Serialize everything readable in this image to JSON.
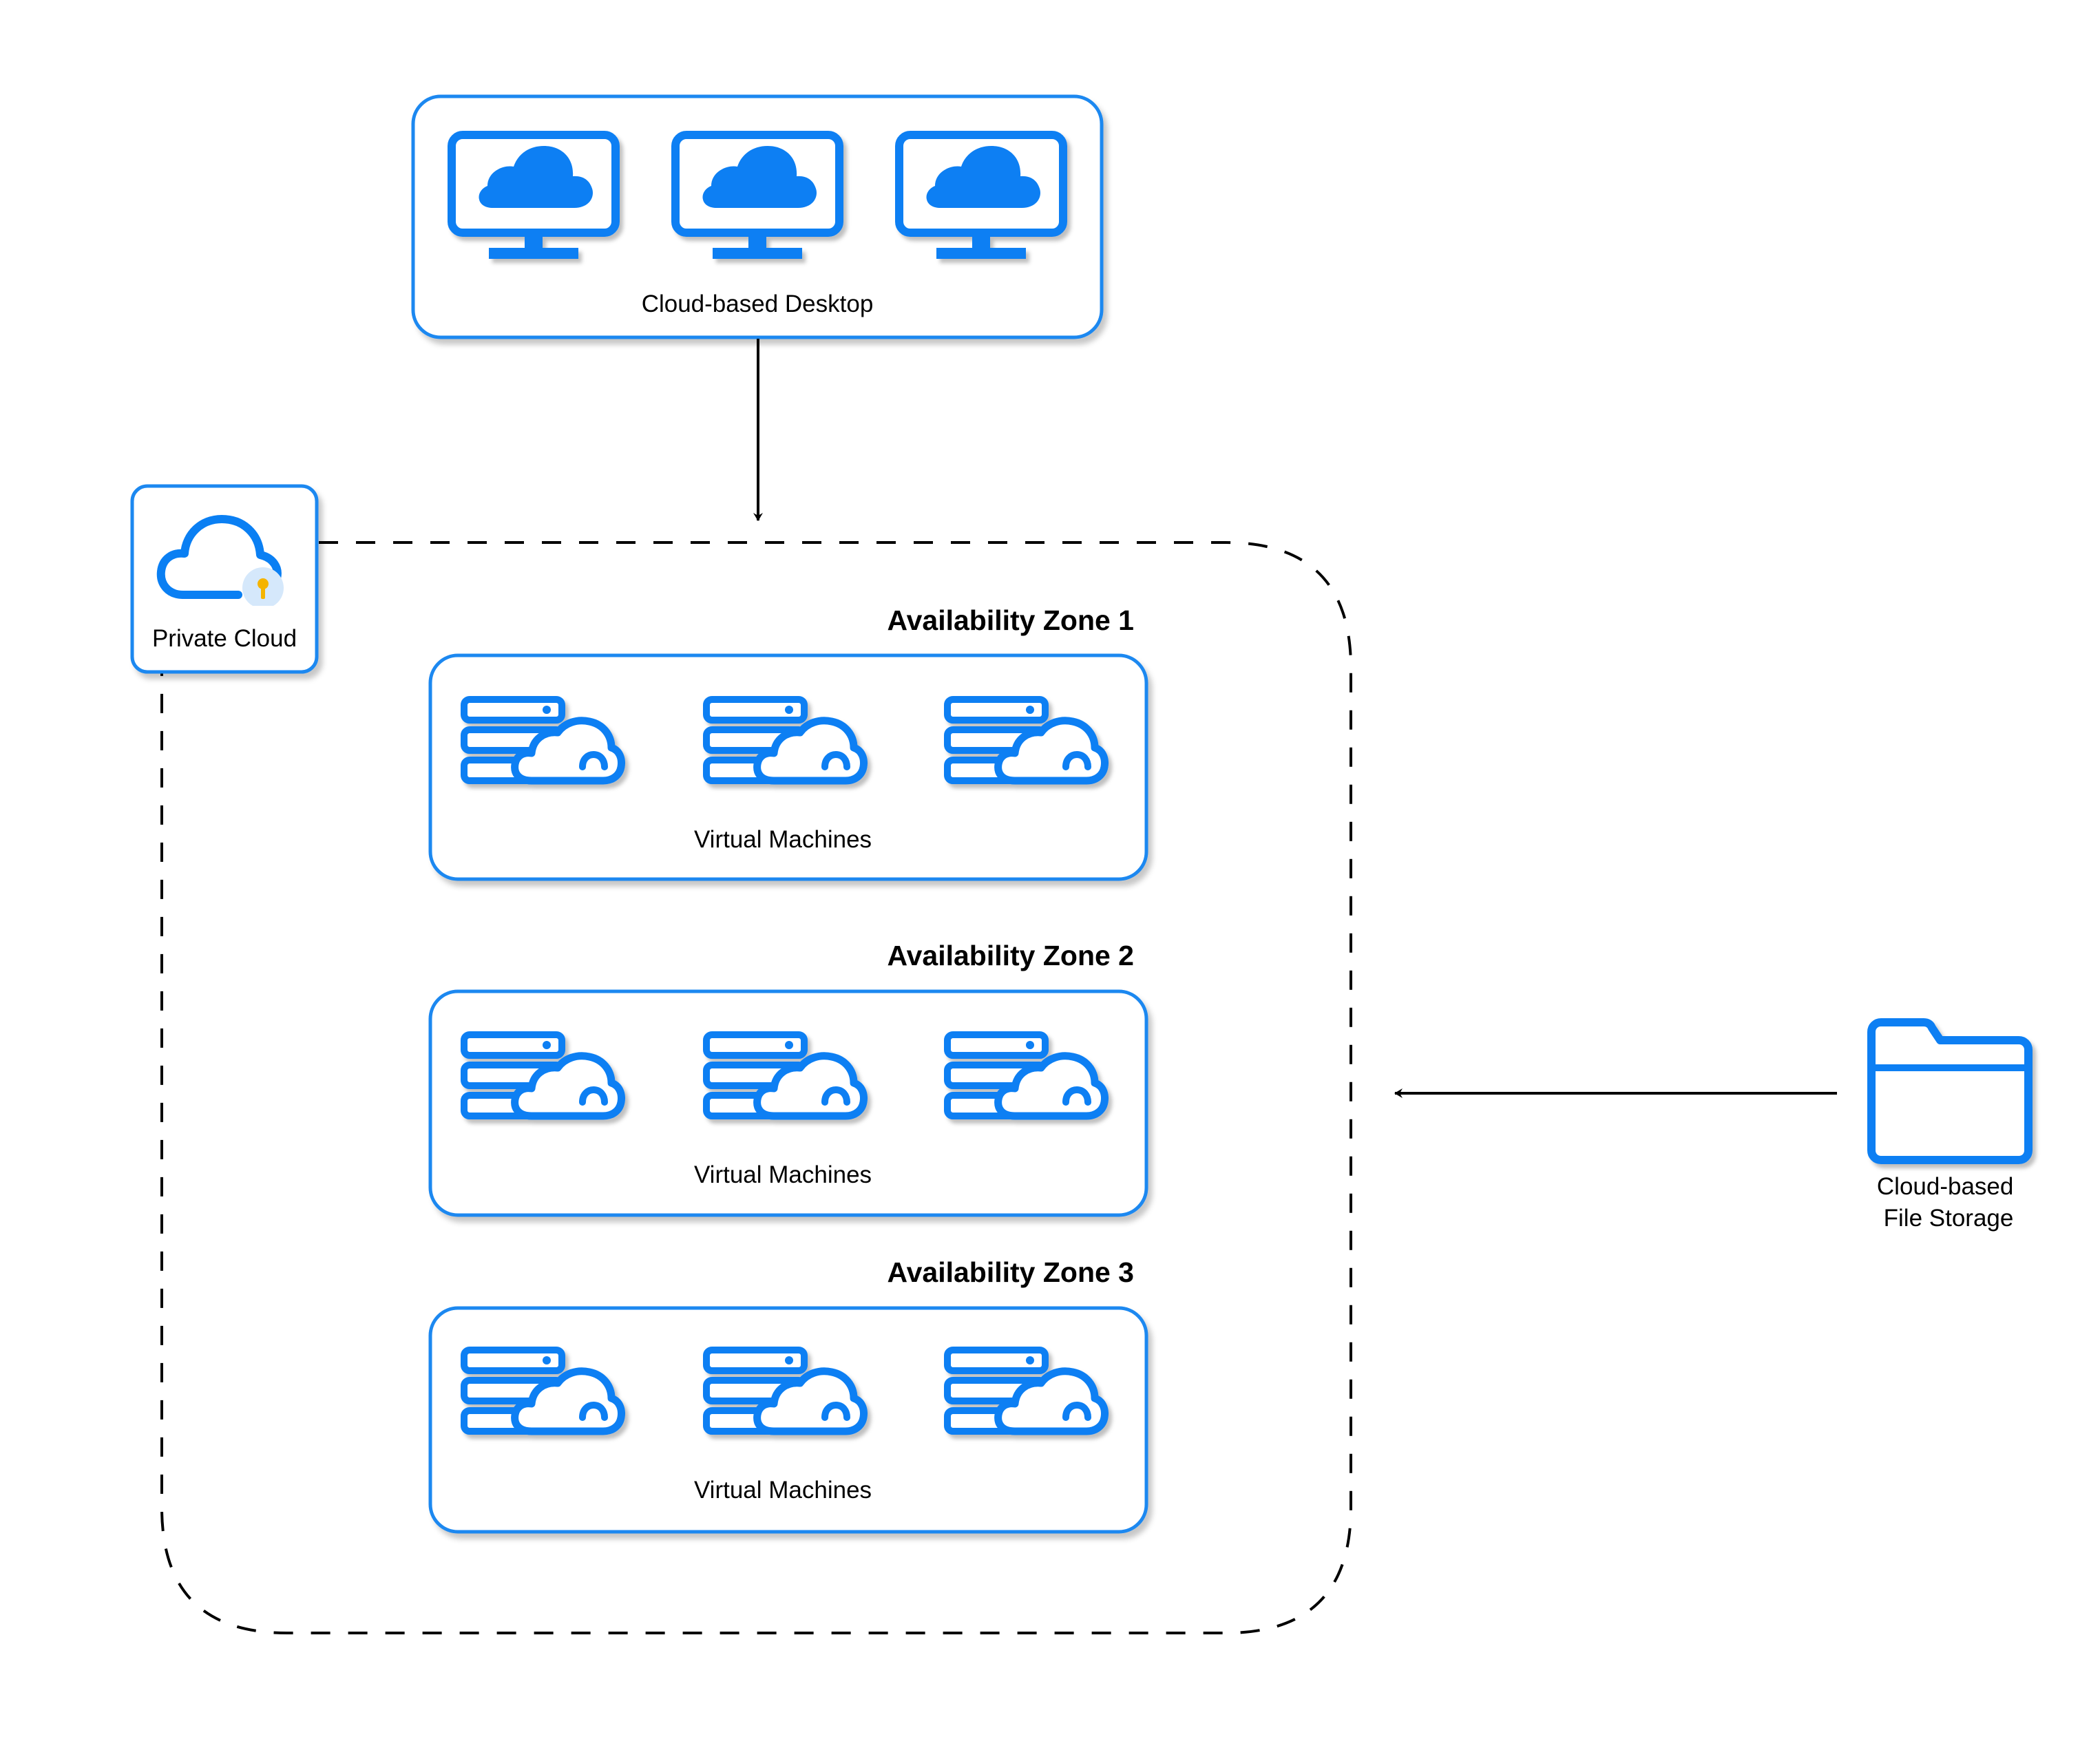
{
  "colors": {
    "accent": "#0a7ff3",
    "border": "#1e88f0",
    "text": "#000000",
    "line": "#000000",
    "key": "#f5b400",
    "key_bg": "#d5e8fb"
  },
  "desktop_group": {
    "label": "Cloud-based Desktop",
    "icon": "monitor-cloud-icon",
    "count": 3
  },
  "private_cloud": {
    "label": "Private Cloud",
    "icon": "cloud-lock-icon"
  },
  "zones": [
    {
      "title": "Availability Zone 1",
      "label": "Virtual Machines",
      "icon": "server-cloud-icon",
      "count": 3
    },
    {
      "title": "Availability Zone 2",
      "label": "Virtual Machines",
      "icon": "server-cloud-icon",
      "count": 3
    },
    {
      "title": "Availability Zone 3",
      "label": "Virtual Machines",
      "icon": "server-cloud-icon",
      "count": 3
    }
  ],
  "file_storage": {
    "label_lines": [
      "Cloud-based",
      "File Storage"
    ],
    "icon": "folder-icon"
  }
}
